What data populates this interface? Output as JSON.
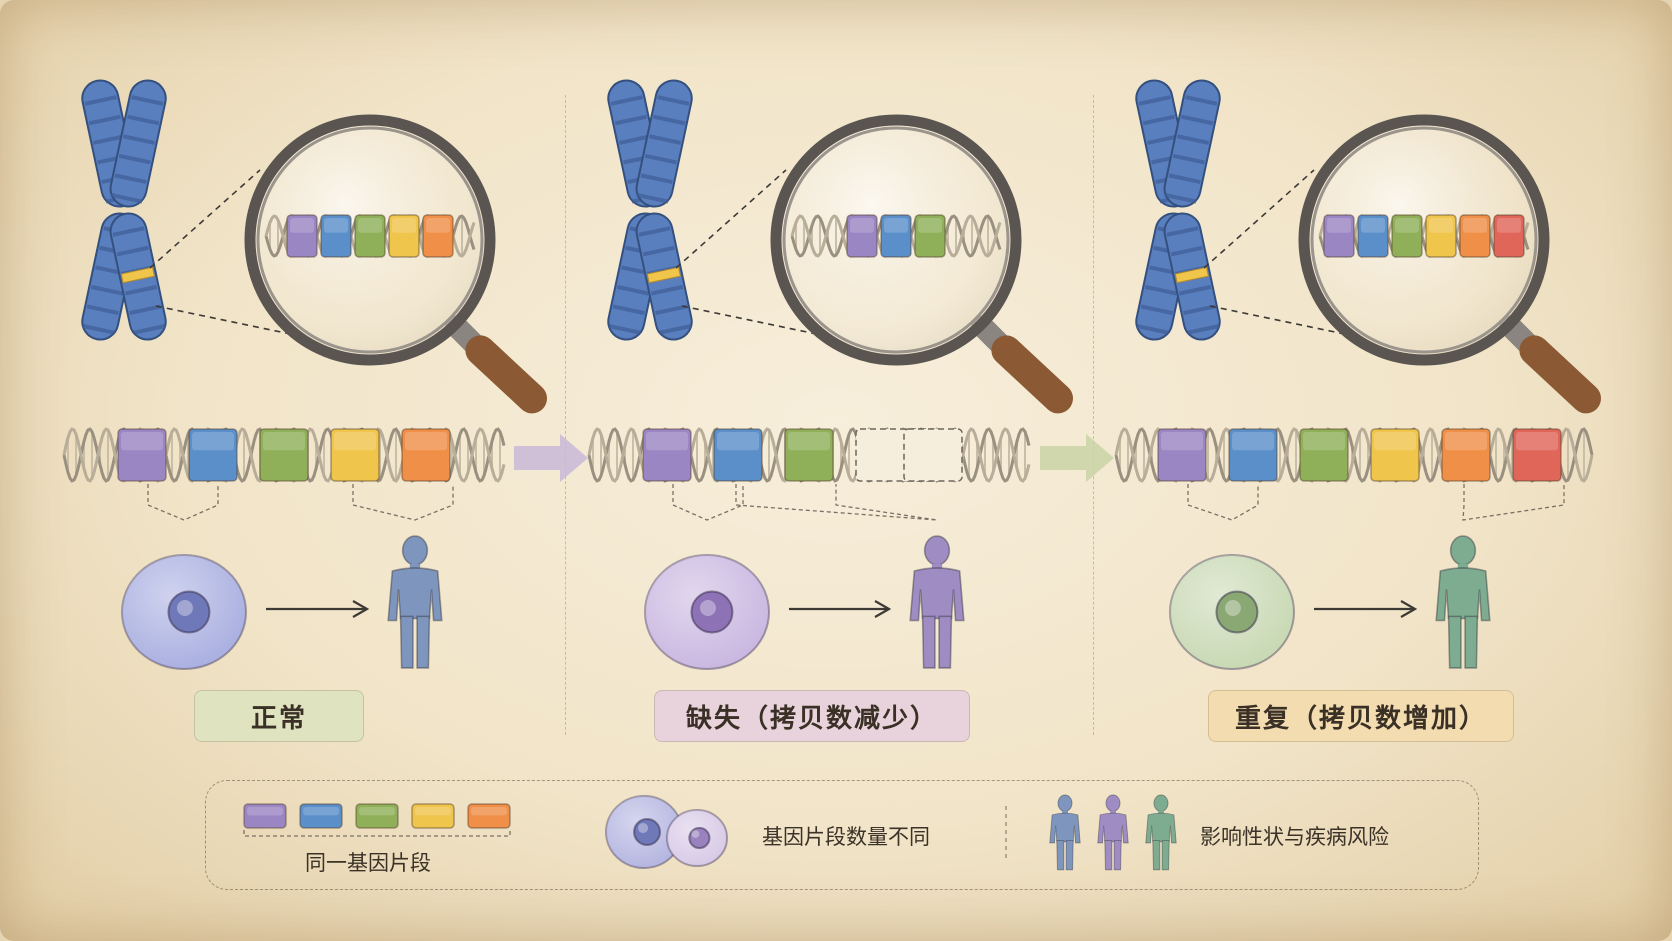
{
  "panels": [
    {
      "id": "normal",
      "label": "正常",
      "segments": [
        "#9b86c4",
        "#5b8fc9",
        "#8fb058",
        "#efc54c",
        "#ef8f48"
      ],
      "cell_color": "#a8aee0",
      "cell_nucleus": "#6f78b8",
      "person_color": "#7e95bd",
      "label_bg": "#dfe3c0"
    },
    {
      "id": "deletion",
      "label": "缺失（拷贝数减少）",
      "segments": [
        "#9b86c4",
        "#5b8fc9",
        "#8fb058"
      ],
      "missing_segments": 2,
      "cell_color": "#c9b6e0",
      "cell_nucleus": "#8d72b6",
      "person_color": "#9e8cc2",
      "label_bg": "#e8d3dc"
    },
    {
      "id": "duplication",
      "label": "重复（拷贝数增加）",
      "segments": [
        "#9b86c4",
        "#5b8fc9",
        "#8fb058",
        "#efc54c",
        "#ef8f48",
        "#e0665a"
      ],
      "cell_color": "#c7d8b2",
      "cell_nucleus": "#89a873",
      "person_color": "#7eac90",
      "label_bg": "#f3ddb0"
    }
  ],
  "legend": {
    "segments_label": "同一基因片段",
    "segment_colors": [
      "#9b86c4",
      "#5b8fc9",
      "#8fb058",
      "#efc54c",
      "#ef8f48"
    ],
    "copy_number_label": "基因片段数量不同",
    "trait_label": "影响性状与疾病风险",
    "people_colors": [
      "#7e95bd",
      "#9e8cc2",
      "#7eac90"
    ]
  },
  "colors": {
    "chromosome": "#5a7fbe",
    "chromosome_band": "#3d5c95",
    "highlight_band": "#efc54c",
    "dna_strand": "#9a9080",
    "arrow_1": "#c8b8d8",
    "arrow_2": "#c9d3a6",
    "magnifier_handle": "#8b5a34",
    "magnifier_rim": "#5a5550"
  }
}
